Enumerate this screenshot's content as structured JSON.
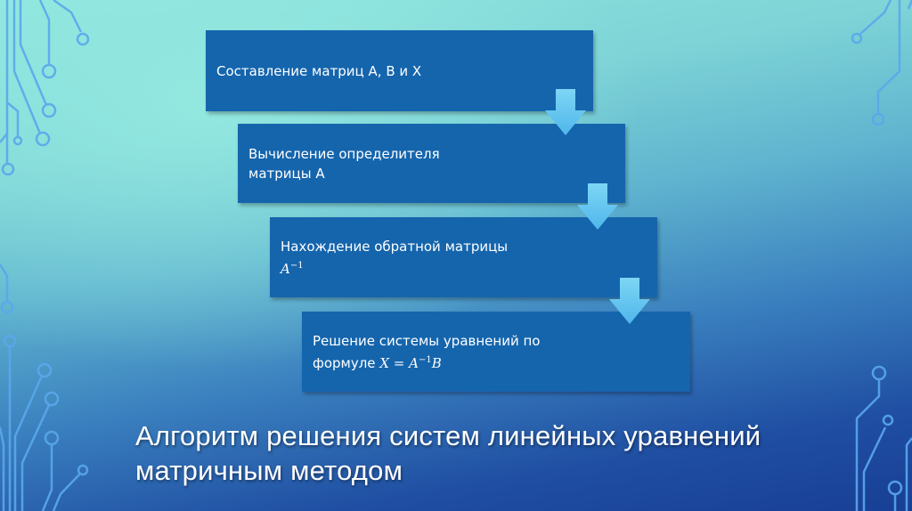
{
  "slide": {
    "title_line1": "Алгоритм решения систем линейных уравнений",
    "title_line2": "матричным методом",
    "colors": {
      "box_fill": "#1565ad",
      "arrow_fill": "#5cc4ef",
      "circuit_line": "#5aa8ec",
      "bg_top": "#8fe6de",
      "bg_bottom": "#183f95"
    }
  },
  "flow": {
    "steps": [
      {
        "text": "Составление матриц А, В и Х"
      },
      {
        "text": "Вычисление определителя\nматрицы А"
      },
      {
        "line1": "Нахождение обратной матрицы",
        "math_base": "A",
        "math_sup": "−1"
      },
      {
        "line1": "Решение системы уравнений по",
        "line2_prefix": "формуле ",
        "math_x": "X = A",
        "math_sup": "−1",
        "math_b": "B"
      }
    ],
    "arrow_icon": "down-arrow"
  }
}
